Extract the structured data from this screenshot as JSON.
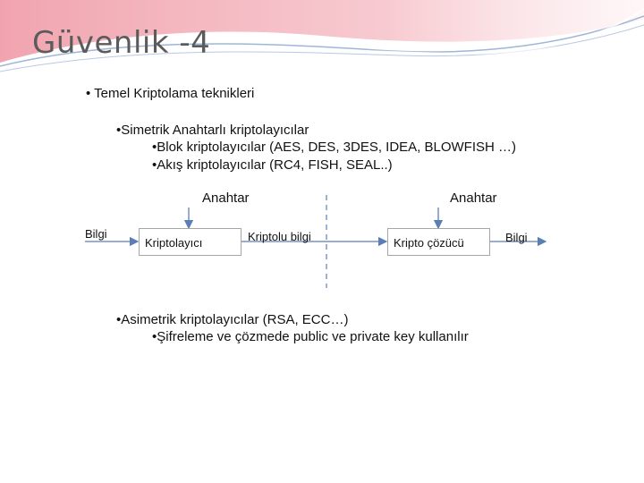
{
  "slide": {
    "title": "Güvenlik -4",
    "bullets": {
      "level1": "• Temel Kriptolama teknikleri",
      "symmetric": "•Simetrik Anahtarlı kriptolayıcılar",
      "block": "•Blok kriptolayıcılar (AES, DES, 3DES, IDEA, BLOWFISH …)",
      "stream": "•Akış kriptolayıcılar (RC4, FISH, SEAL..)",
      "asymmetric": "•Asimetrik kriptolayıcılar  (RSA, ECC…)",
      "keys": "•Şifreleme ve çözmede public ve private key kullanılır"
    }
  },
  "diagram": {
    "key_left": "Anahtar",
    "key_right": "Anahtar",
    "input": "Bilgi",
    "encryptor": "Kriptolayıcı",
    "ciphertext": "Kriptolu bilgi",
    "decryptor": "Kripto çözücü",
    "output": "Bilgi"
  },
  "colors": {
    "header_pink": "#ef9aa6",
    "header_blue": "#9fb6d6",
    "title": "#5b5b5b",
    "arrow": "#5b7fb5",
    "box_border": "#a6a6a6"
  }
}
